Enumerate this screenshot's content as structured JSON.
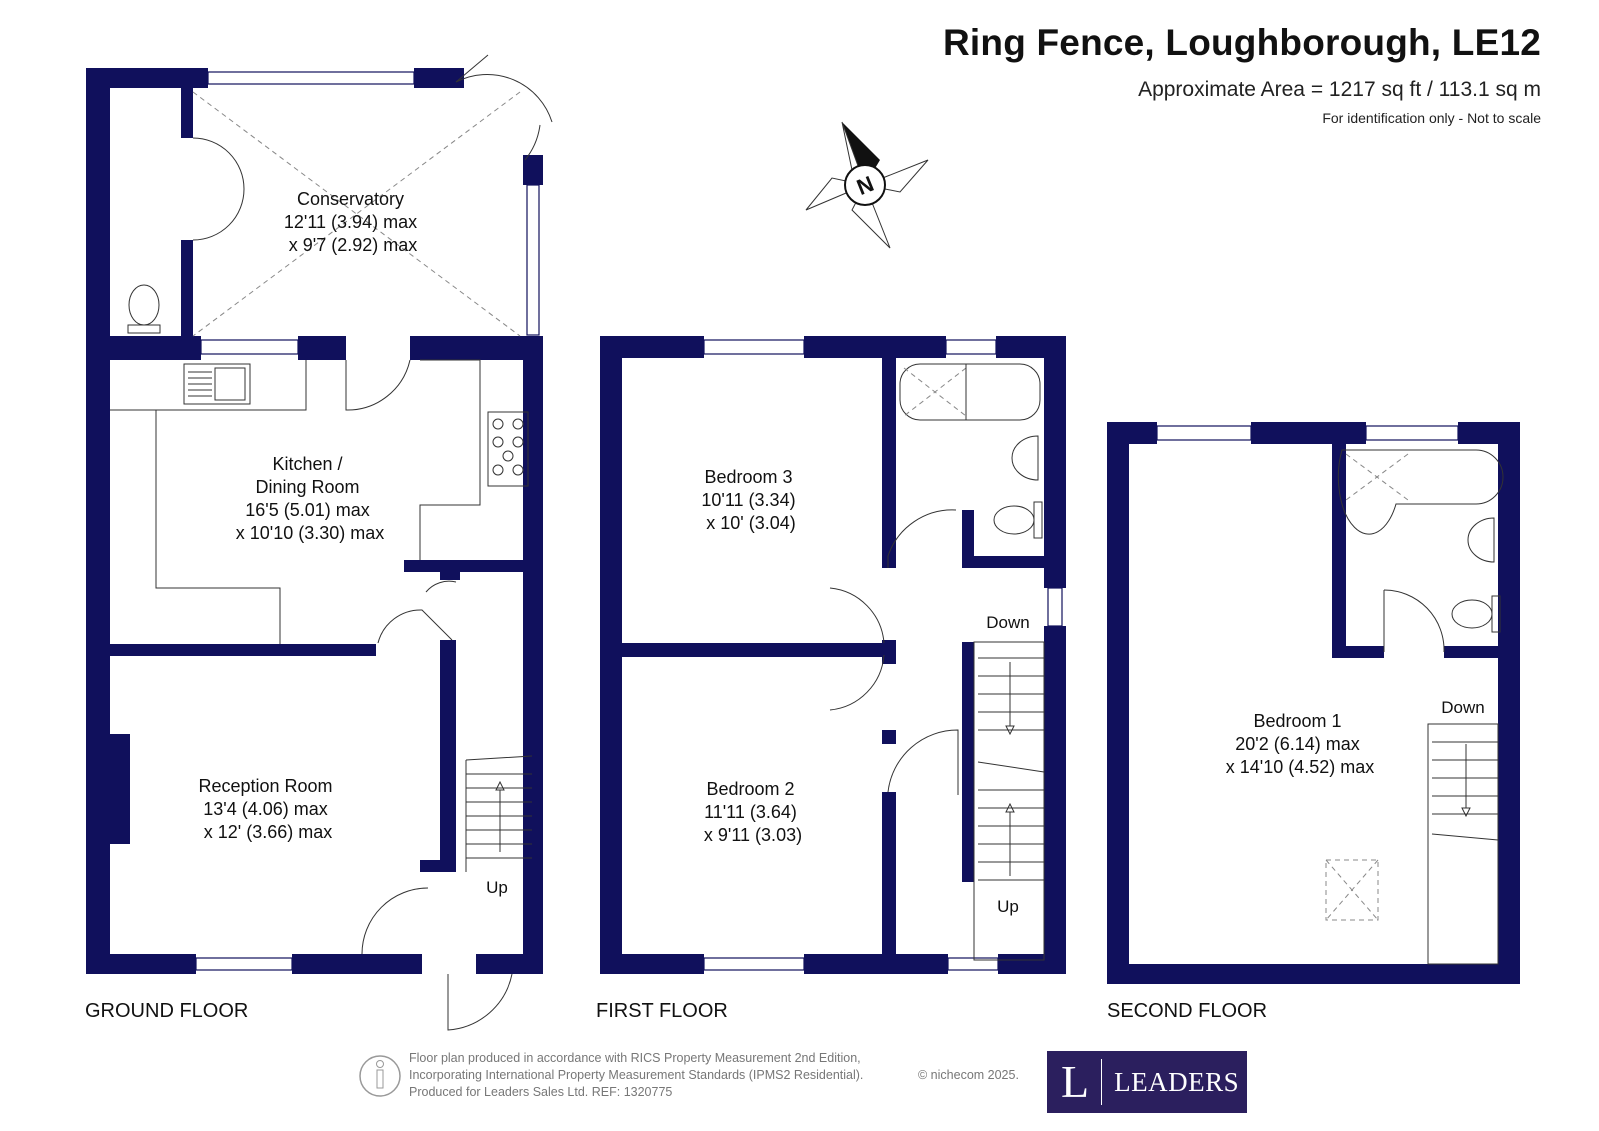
{
  "header": {
    "title": "Ring Fence, Loughborough, LE12",
    "area": "Approximate Area = 1217 sq ft / 113.1 sq m",
    "note": "For identification only - Not to scale"
  },
  "compass": {
    "letter": "N"
  },
  "floors": {
    "ground": {
      "label": "GROUND FLOOR",
      "rooms": {
        "conservatory": [
          "Conservatory",
          "12'11 (3.94) max",
          "x 9'7 (2.92) max"
        ],
        "kitchen": [
          "Kitchen /",
          "Dining Room",
          "16'5 (5.01) max",
          "x 10'10 (3.30) max"
        ],
        "reception": [
          "Reception Room",
          "13'4 (4.06) max",
          "x 12' (3.66) max"
        ]
      },
      "stairs": {
        "up": "Up"
      }
    },
    "first": {
      "label": "FIRST FLOOR",
      "rooms": {
        "bedroom3": [
          "Bedroom 3",
          "10'11 (3.34)",
          "x 10' (3.04)"
        ],
        "bedroom2": [
          "Bedroom 2",
          "11'11 (3.64)",
          "x 9'11 (3.03)"
        ]
      },
      "stairs": {
        "down": "Down",
        "up": "Up"
      }
    },
    "second": {
      "label": "SECOND FLOOR",
      "rooms": {
        "bedroom1": [
          "Bedroom 1",
          "20'2 (6.14) max",
          "x 14'10 (4.52) max"
        ]
      },
      "stairs": {
        "down": "Down"
      }
    }
  },
  "footer": {
    "lines": [
      "Floor plan produced in accordance with RICS Property Measurement 2nd Edition,",
      "Incorporating International Property Measurement Standards (IPMS2 Residential).",
      "Produced for Leaders Sales Ltd.   REF:  1320775"
    ],
    "copyright": "© nichecom 2025.",
    "logo_letter": "L",
    "logo_text": "LEADERS"
  },
  "colors": {
    "wall": "#10105c",
    "logo_bg": "#2b1f5e"
  }
}
